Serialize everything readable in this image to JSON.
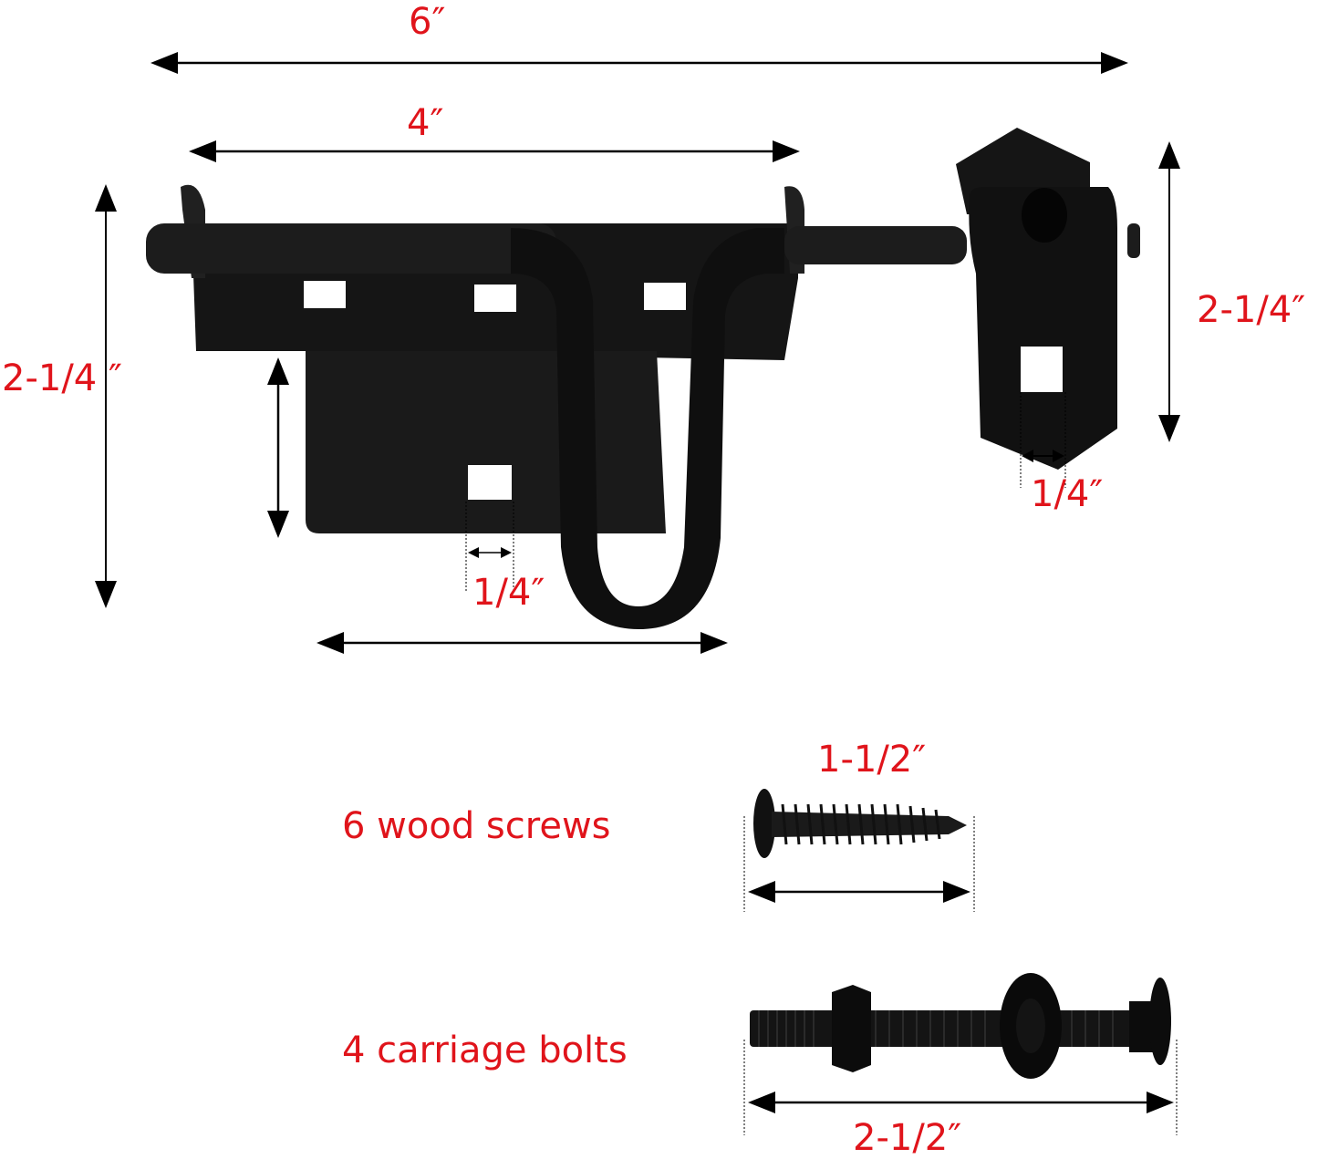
{
  "diagram": {
    "subject": "sliding gate latch bolt with hardware",
    "colors": {
      "label_red": "#e0141b",
      "arrow_black": "#000000",
      "metal_black": "#111111",
      "background": "#ffffff"
    },
    "dimensions": {
      "overall_length": "6″",
      "bolt_plate_length": "4″",
      "left_height": "2-1/4 ″",
      "keeper_height": "2-1/4″",
      "plate_hole_width": "1/4″",
      "keeper_hole_width": "1/4″"
    },
    "hardware": [
      {
        "label": "6 wood screws",
        "size": "1-1/2″",
        "icon": "wood-screw"
      },
      {
        "label": "4 carriage bolts",
        "size": "2-1/2″",
        "icon": "carriage-bolt"
      }
    ]
  }
}
